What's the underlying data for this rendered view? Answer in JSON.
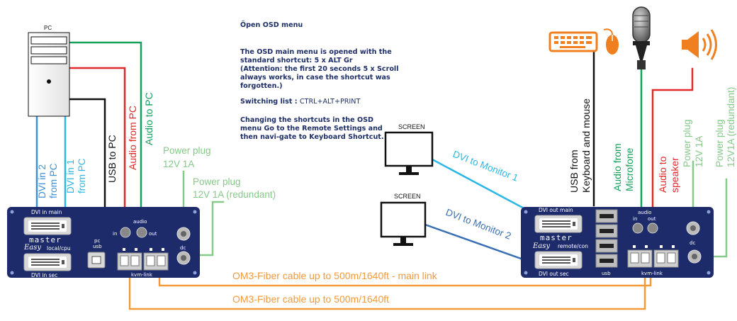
{
  "osd": {
    "title": "Öpen OSD menu",
    "line1": "The OSD main menu is opened with the standard shortcut: 5 x ALT Gr",
    "line2": "(Attention: the first 20 seconds 5 x Scroll always works, in case the shortcut was forgotten.)",
    "switching_label": "Switching list :",
    "switching_value": "CTRL+ALT+PRINT",
    "line3": "Changing the shortcuts in the OSD menu Go to the Remote Settings and then navi-gate to Keyboard Shortcut."
  },
  "pc": {
    "label": "PC"
  },
  "screens": {
    "screen1": "SCREEN",
    "screen2": "SCREEN"
  },
  "cables": {
    "dvi_in_2": [
      "DVI in 2",
      "from PC"
    ],
    "dvi_in_1": [
      "DVI in 1",
      "from PC"
    ],
    "usb_to_pc": "USB to PC",
    "audio_from_pc": "Audio from PC",
    "audio_to_pc": "Audio to PC",
    "power_plug_left_1": [
      "Power plug",
      "12V 1A"
    ],
    "power_plug_left_2": [
      "Power plug",
      "12V 1A (redundant)"
    ],
    "dvi_to_monitor_1": "DVI to Monitor 1",
    "dvi_to_monitor_2": "DVI to Monitor 2",
    "usb_keyboard_mouse": [
      "USB from",
      "Keyboard and mouse"
    ],
    "audio_from_microfone": [
      "Audio from",
      "Microfone"
    ],
    "audio_to_speaker": [
      "Audio to",
      "speaker"
    ],
    "power_plug_right_1": [
      "Power plug",
      "12V 1A"
    ],
    "power_plug_right_2": [
      "Power plug",
      "12V1A (redundant)"
    ],
    "fiber_main": "OM3-Fiber cable up to 500m/1640ft - main link",
    "fiber_second": "OM3-Fiber cable up to 500m/1640ft"
  },
  "local_unit": {
    "dvi_in_main": "DVI in main",
    "dvi_in_sec": "DVI in sec",
    "brand": "master",
    "brand_script": "Easy",
    "model": "local/cpu",
    "pc_usb": [
      "pc",
      "usb"
    ],
    "audio": "audio",
    "in": "in",
    "out": "out",
    "dc": "dc",
    "kvm_link": "kvm-link"
  },
  "remote_unit": {
    "dvi_out_main": "DVI out main",
    "dvi_out_sec": "DVI out sec",
    "brand": "master",
    "brand_script": "Easy",
    "model": "remote/con",
    "usb": "usb",
    "audio": "audio",
    "in": "in",
    "out": "out",
    "dc": "dc",
    "kvm_link": "kvm-link"
  },
  "colors": {
    "blue_cable": "#3f8fd8",
    "cyan_cable": "#2ab7e6",
    "black_cable": "#111111",
    "red_cable": "#e02a2a",
    "green_cable": "#15a15b",
    "power_green": "#86c98a",
    "fiber_orange": "#f39a3a",
    "unit_navy": "#1d2b6b",
    "osd_text": "#1e2f66",
    "icon_orange": "#f07f1f",
    "dvi_monitor2_blue": "#3a6fb3"
  }
}
